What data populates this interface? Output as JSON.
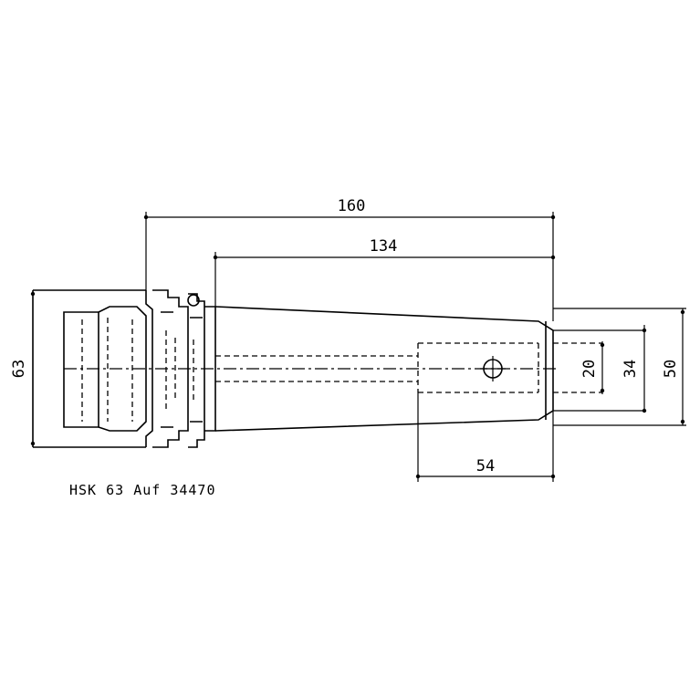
{
  "dimensions": {
    "overall_length": "160",
    "shank_length": "134",
    "flange_diameter": "63",
    "body_diameter": "50",
    "bore_outer": "34",
    "bore_inner": "20",
    "bore_depth": "54"
  },
  "note": "HSK 63 Auf 34470"
}
